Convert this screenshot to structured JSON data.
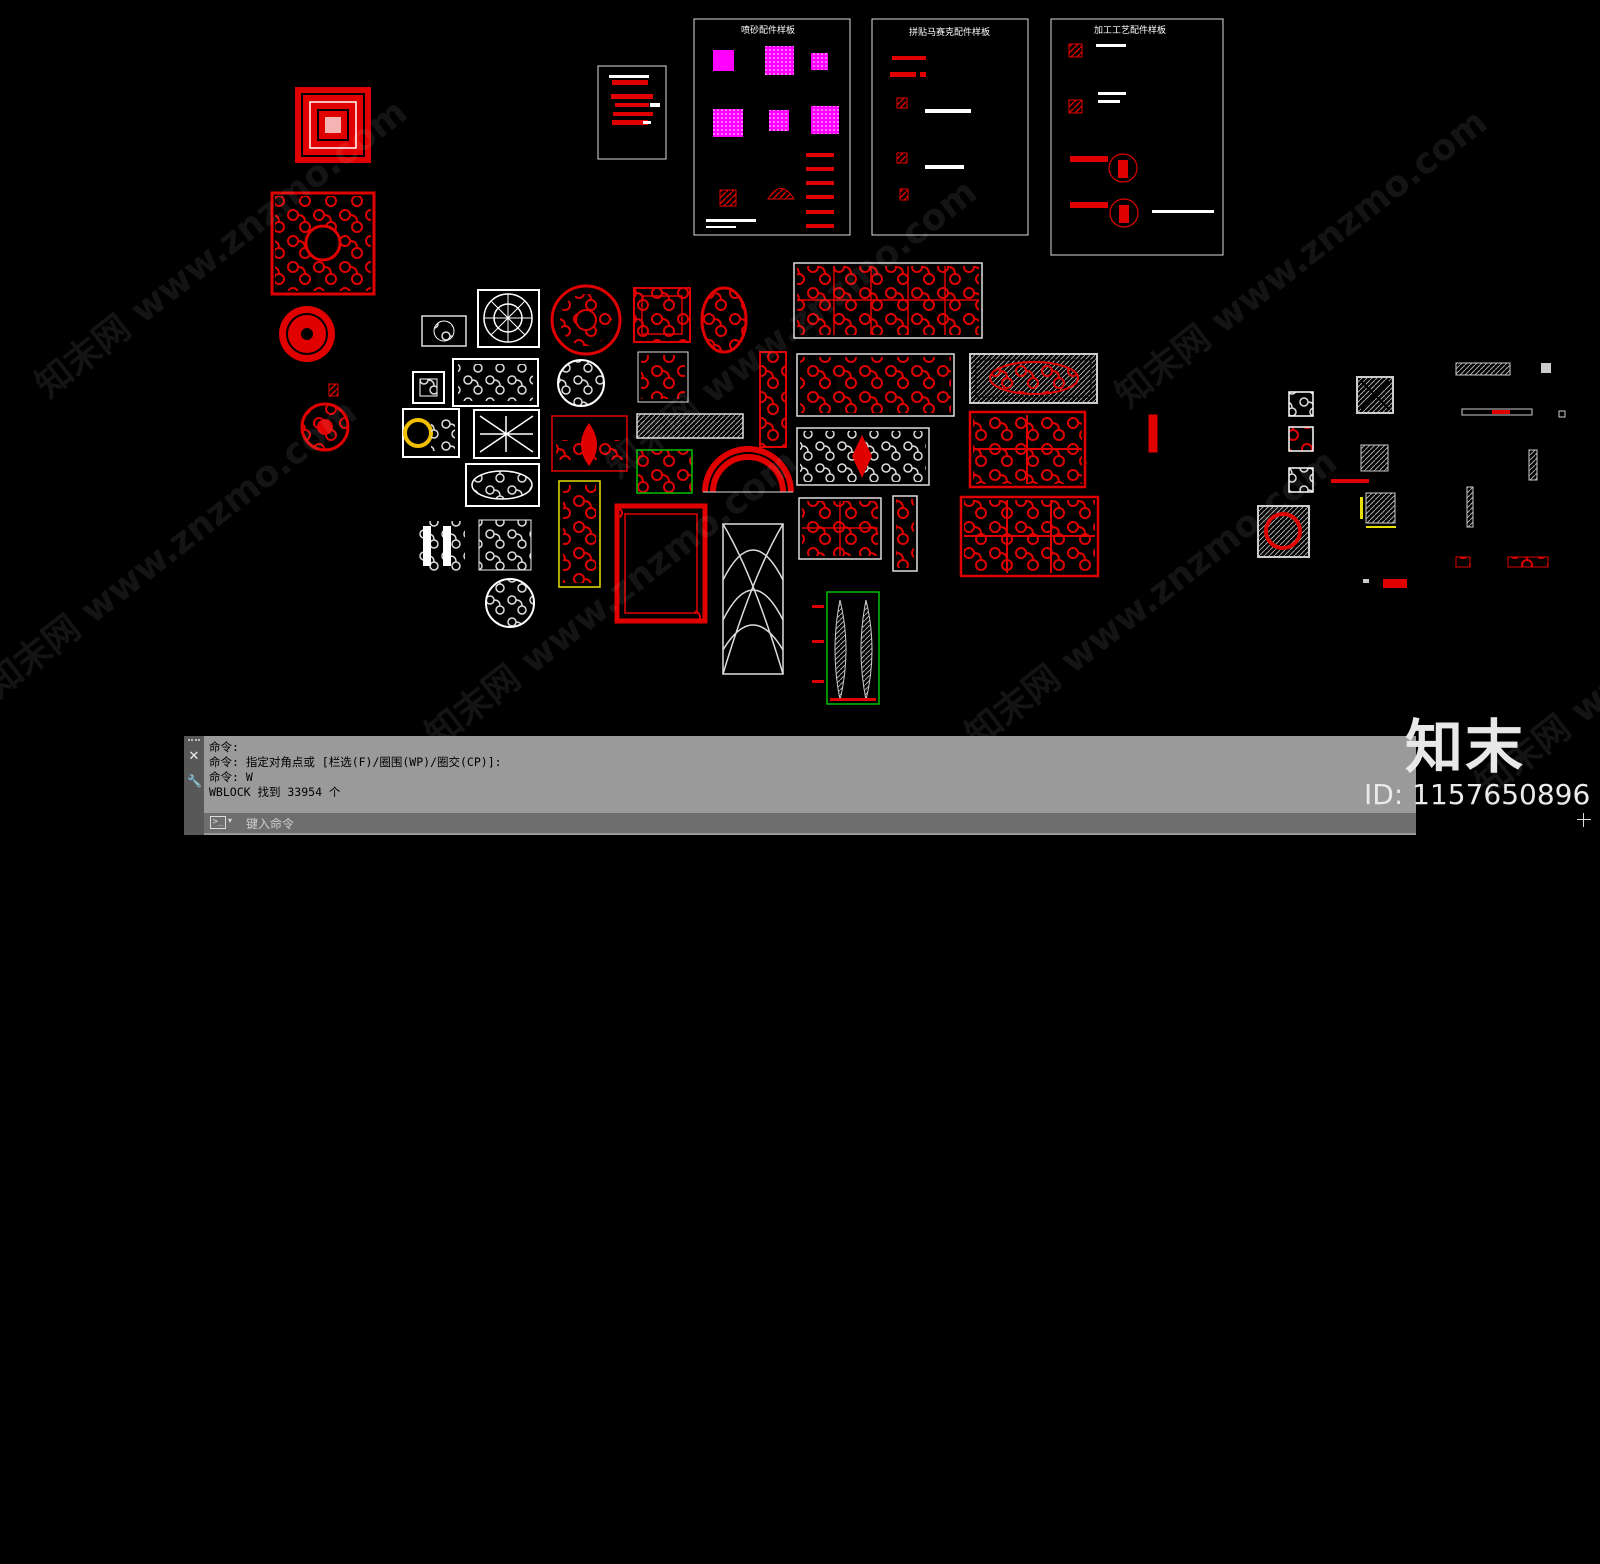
{
  "drawing": {
    "sheets": [
      {
        "title": "喷砂配件样板"
      },
      {
        "title": "拼贴马赛克配件样板"
      },
      {
        "title": "加工工艺配件样板"
      }
    ]
  },
  "watermark": {
    "text": "知末网 www.znzmo.com"
  },
  "colors": {
    "background": "#000000",
    "entity_red": "#e00000",
    "entity_white": "#ffffff",
    "entity_magenta": "#ff00ff",
    "command_bg": "#9a9a9a"
  },
  "command_line": {
    "history": [
      "命令:",
      "命令: 指定对角点或 [栏选(F)/圈围(WP)/圈交(CP)]:",
      "命令: W",
      "WBLOCK 找到 33954 个"
    ],
    "input_placeholder": "键入命令",
    "close_icon": "close-icon",
    "customize_icon": "wrench-icon"
  },
  "brand": {
    "logo": "知末",
    "id_label": "ID: 1157650896"
  }
}
